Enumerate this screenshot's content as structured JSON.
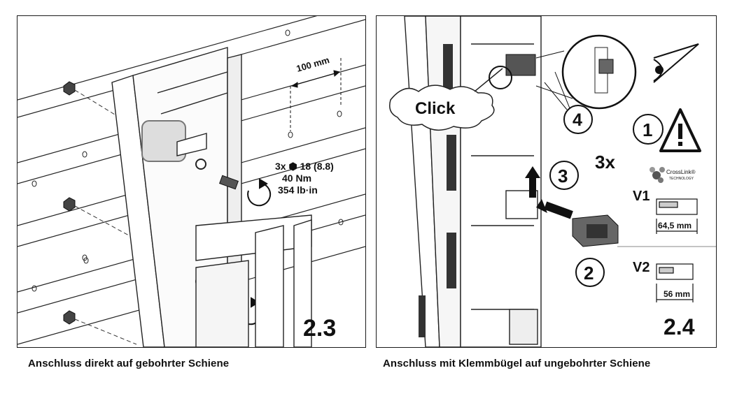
{
  "left_panel": {
    "dimension_label": "100 mm",
    "spec_line1": "3x ⬢ 18 (8.8)",
    "spec_line2": "40 Nm",
    "spec_line3": "354 lb·in",
    "step_number": "2.3",
    "caption": "Anschluss direkt auf gebohrter Schiene"
  },
  "right_panel": {
    "click_label": "Click",
    "callout_4": "4",
    "callout_3": "3",
    "callout_2": "2",
    "callout_1": "1",
    "count_label": "3x",
    "logo_text": "CrossLink®",
    "logo_subtext": "TECHNOLOGY",
    "variant1_label": "V1",
    "variant1_dimension": "64,5 mm",
    "variant2_label": "V2",
    "variant2_dimension": "56 mm",
    "step_number": "2.4",
    "caption": "Anschluss mit Klemmbügel auf ungebohrter Schiene"
  },
  "icons": [
    "warning-icon",
    "eye-icon",
    "crosslink-logo-icon",
    "arrow-up-icon",
    "arrow-left-icon",
    "rotate-arrow-icon",
    "hex-nut-icon"
  ]
}
